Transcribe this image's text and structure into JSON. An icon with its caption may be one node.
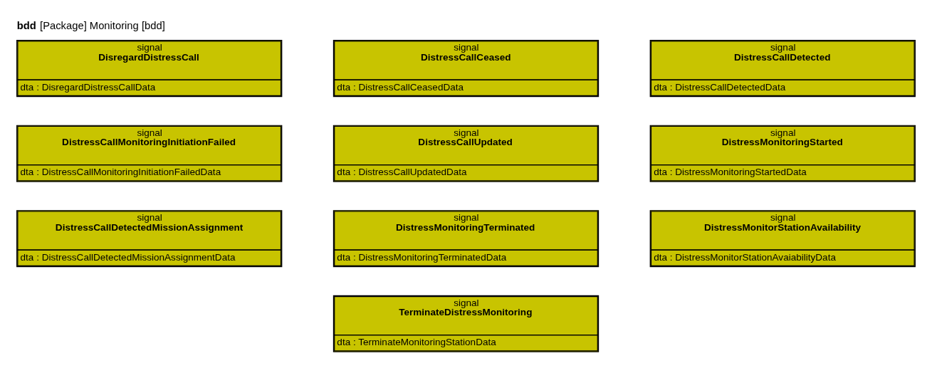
{
  "diagram": {
    "title": "**bdd** [Package] Monitoring [bdd]",
    "nodes": [
      {
        "text": [
          "signal",
          "DisregardDistressCall",
          "dta : DisregardDistressCallData"
        ]
      },
      {
        "text": [
          "signal",
          "DistressCallCeased",
          "dta : DistressCallCeasedData"
        ]
      },
      {
        "text": [
          "signal",
          "DistressCallDetected",
          "dta : DistressCallDetectedData"
        ]
      },
      {
        "text": [
          "signal",
          "DistressCallMonitoringInitiationFailed",
          "dta : DistressCallMonitoringInitiationFailedData"
        ]
      },
      {
        "text": [
          "signal",
          "DistressCallUpdated",
          "dta : DistressCallUpdatedData"
        ]
      },
      {
        "text": [
          "signal",
          "DistressMonitoringStarted",
          "dta : DistressMonitoringStartedData"
        ]
      },
      {
        "text": [
          "signal",
          "DistressCallDetectedMissionAssignment",
          "dta : DistressCallDetectedMissionAssignmentData"
        ]
      },
      {
        "text": [
          "signal",
          "DistressMonitoringTerminated",
          "dta : DistressMonitoringTerminatedData"
        ]
      },
      {
        "text": [
          "signal",
          "DistressMonitorStationAvailability",
          "dta : DistressMonitorStationAvaiabilityData"
        ]
      },
      {
        "text": [
          "signal",
          "TerminateDistressMonitoring",
          "dta : TerminateMonitoringStationData"
        ]
      }
    ],
    "edges": []
  }
}
